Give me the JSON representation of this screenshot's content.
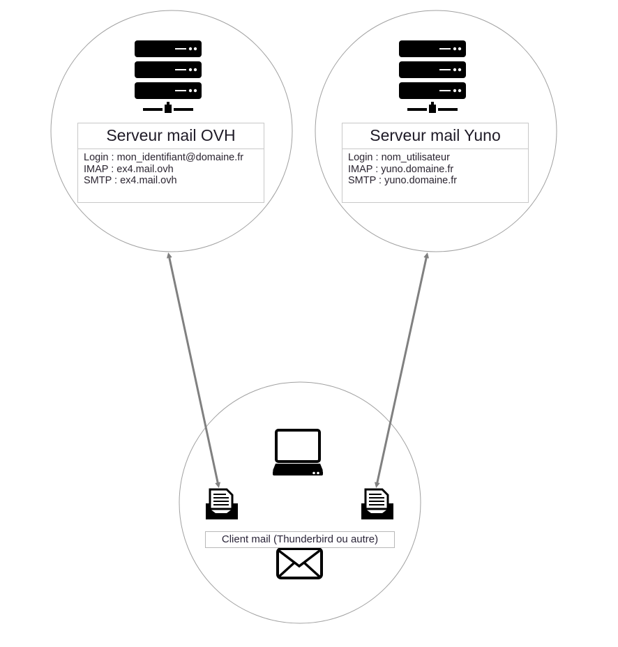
{
  "servers": [
    {
      "title": "Serveur mail OVH",
      "lines": [
        "Login : mon_identifiant@domaine.fr",
        "IMAP : ex4.mail.ovh",
        "SMTP : ex4.mail.ovh"
      ]
    },
    {
      "title": "Serveur mail Yuno",
      "lines": [
        "Login : nom_utilisateur",
        "IMAP : yuno.domaine.fr",
        "SMTP : yuno.domaine.fr"
      ]
    }
  ],
  "client": {
    "label": "Client mail (Thunderbird ou autre)"
  },
  "colors": {
    "arrow": "#808080",
    "circle": "#a0a0a0",
    "icon": "#000000"
  }
}
